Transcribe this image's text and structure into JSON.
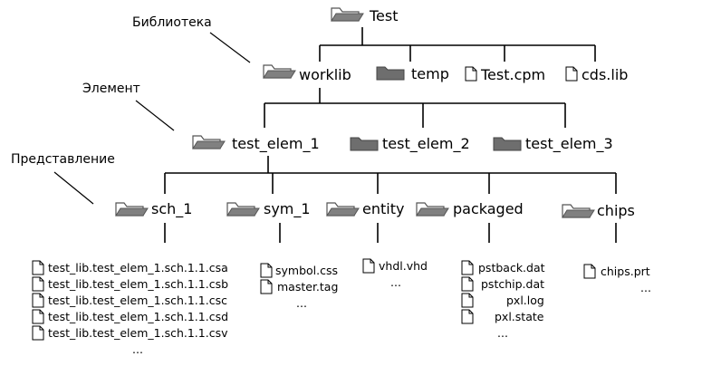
{
  "side_labels": {
    "library": "Библиотека",
    "element": "Элемент",
    "view": "Представление"
  },
  "root": {
    "name": "Test",
    "icon": "folder-open-icon"
  },
  "level1": [
    {
      "name": "worklib",
      "icon": "folder-open-icon"
    },
    {
      "name": "temp",
      "icon": "folder-closed-icon"
    },
    {
      "name": "Test.cpm",
      "icon": "file-icon"
    },
    {
      "name": "cds.lib",
      "icon": "file-icon"
    }
  ],
  "level2": [
    {
      "name": "test_elem_1",
      "icon": "folder-open-icon"
    },
    {
      "name": "test_elem_2",
      "icon": "folder-closed-icon"
    },
    {
      "name": "test_elem_3",
      "icon": "folder-closed-icon"
    }
  ],
  "level3": [
    {
      "name": "sch_1",
      "icon": "folder-open-icon",
      "files": [
        "test_lib.test_elem_1.sch.1.1.csa",
        "test_lib.test_elem_1.sch.1.1.csb",
        "test_lib.test_elem_1.sch.1.1.csc",
        "test_lib.test_elem_1.sch.1.1.csd",
        "test_lib.test_elem_1.sch.1.1.csv"
      ],
      "more": "..."
    },
    {
      "name": "sym_1",
      "icon": "folder-open-icon",
      "files": [
        "symbol.css",
        "master.tag"
      ],
      "more": "..."
    },
    {
      "name": "entity",
      "icon": "folder-open-icon",
      "files": [
        "vhdl.vhd"
      ],
      "more": "..."
    },
    {
      "name": "packaged",
      "icon": "folder-open-icon",
      "files": [
        "pstback.dat",
        "pstchip.dat",
        "pxl.log",
        "pxl.state"
      ],
      "more": "..."
    },
    {
      "name": "chips",
      "icon": "folder-open-icon",
      "files": [
        "chips.prt"
      ],
      "more": "..."
    }
  ]
}
